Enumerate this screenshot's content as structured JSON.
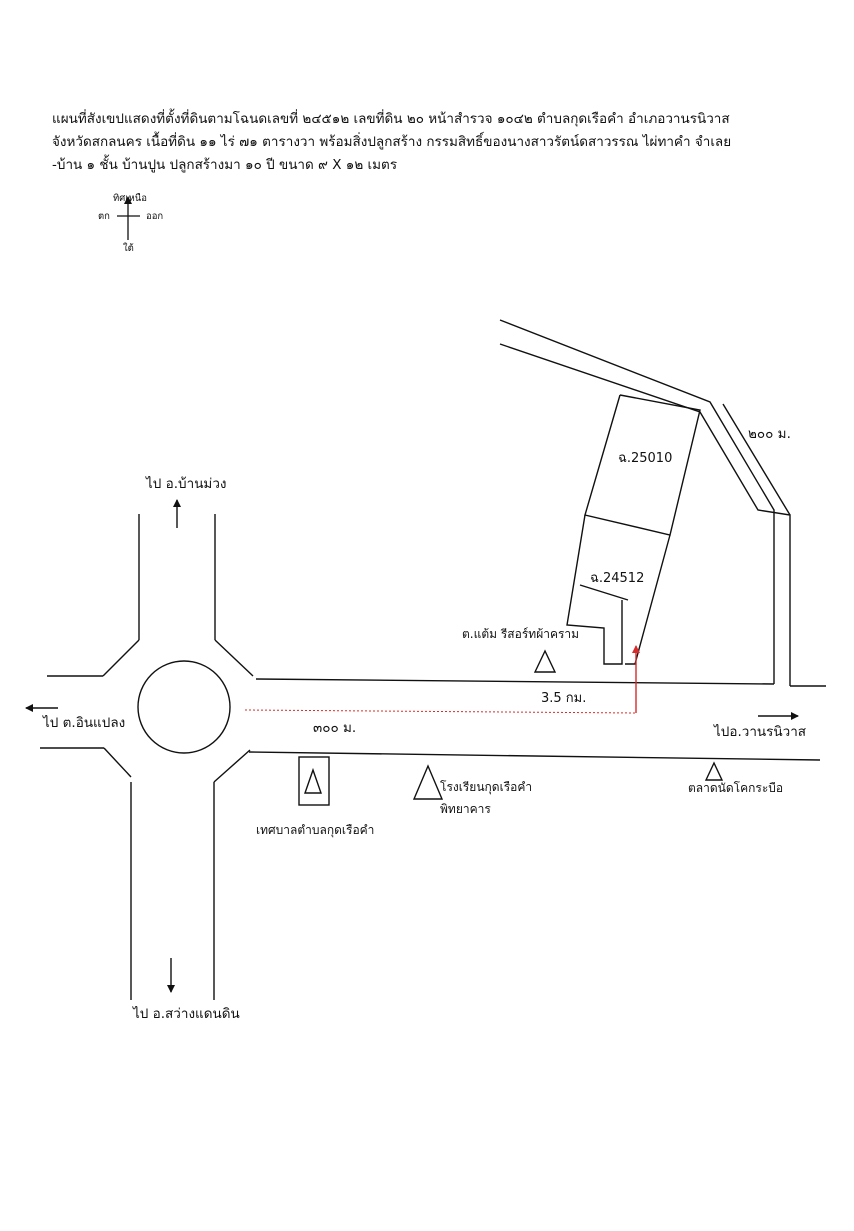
{
  "header": {
    "line1": "แผนที่สังเขปแสดงที่ตั้งที่ดินตามโฉนดเลขที่  ๒๔๕๑๒ เลขที่ดิน ๒๐ หน้าสำรวจ ๑๐๔๒ ตำบลกุดเรือคำ  อำเภอวานรนิวาส",
    "line2": "จังหวัดสกลนคร เนื้อที่ดิน ๑๑ ไร่ ๗๑ ตารางวา พร้อมสิ่งปลูกสร้าง กรรมสิทธิ์ของนางสาวรัตน์ดสาวรรณ ไผ่ทาคำ จำเลย",
    "line3": "-บ้าน ๑ ชั้น บ้านปูน ปลูกสร้างมา ๑๐ ปี ขนาด ๙ X ๑๒ เมตร"
  },
  "compass": {
    "north": "ทิศเหนือ",
    "west": "ตก",
    "east": "ออก",
    "south": "ใต้"
  },
  "labels": {
    "to_ban_muang": "ไป อ.บ้านม่วง",
    "to_in_plaeng": "ไป ต.อินแปลง",
    "to_sawang_daen_din": "ไป อ.สว่างแดนดิน",
    "to_wanon_niwat": "ไปอ.วานรนิวาส",
    "distance_300": "๓๐๐ ม.",
    "distance_200": "๒๐๐ ม.",
    "distance_35km": "3.5 กม.",
    "parcel_25010": "ฉ.25010",
    "parcel_24512": "ฉ.24512",
    "resort": "ต.แต้ม รีสอร์ทผ้าคราม",
    "municipality": "เทศบาลตำบลกุดเรือคำ",
    "school_line1": "โรงเรียนกุดเรือคำ",
    "school_line2": "พิทยาคาร",
    "market": "ตลาดนัดโคกระบือ"
  },
  "colors": {
    "line": "#111111",
    "route": "#d92b2b"
  }
}
